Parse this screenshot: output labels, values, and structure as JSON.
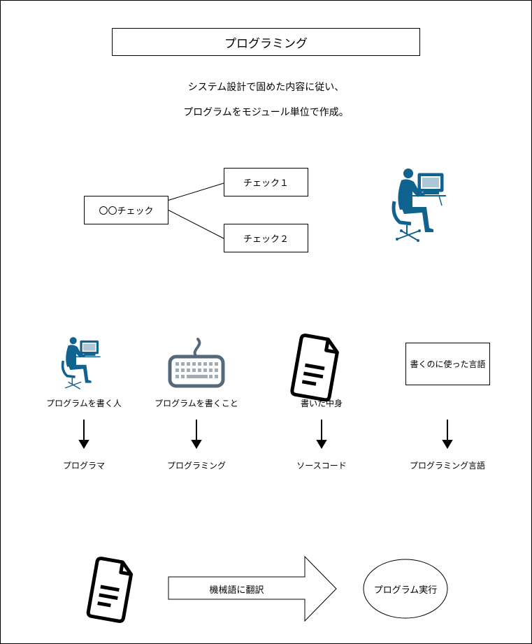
{
  "title": "プログラミング",
  "description": {
    "line1": "システム設計で固めた内容に従い、",
    "line2": "プログラムをモジュール単位で作成。"
  },
  "tree": {
    "root": "〇〇チェック",
    "children": [
      "チェック１",
      "チェック２"
    ]
  },
  "columns": [
    {
      "top_label": "プログラムを書く人",
      "bottom_label": "プログラマ",
      "icon": "programmer-icon"
    },
    {
      "top_label": "プログラムを書くこと",
      "bottom_label": "プログラミング",
      "icon": "keyboard-icon"
    },
    {
      "top_label": "書いた中身",
      "bottom_label": "ソースコード",
      "icon": "document-icon"
    },
    {
      "top_label": "書くのに使った言語",
      "bottom_label": "プログラミング言語",
      "icon": "box"
    }
  ],
  "bottom_flow": {
    "arrow_label": "機械語に翻訳",
    "result": "プログラム実行"
  },
  "colors": {
    "icon_blue": "#10628f",
    "keyboard_gray": "#56697a"
  }
}
